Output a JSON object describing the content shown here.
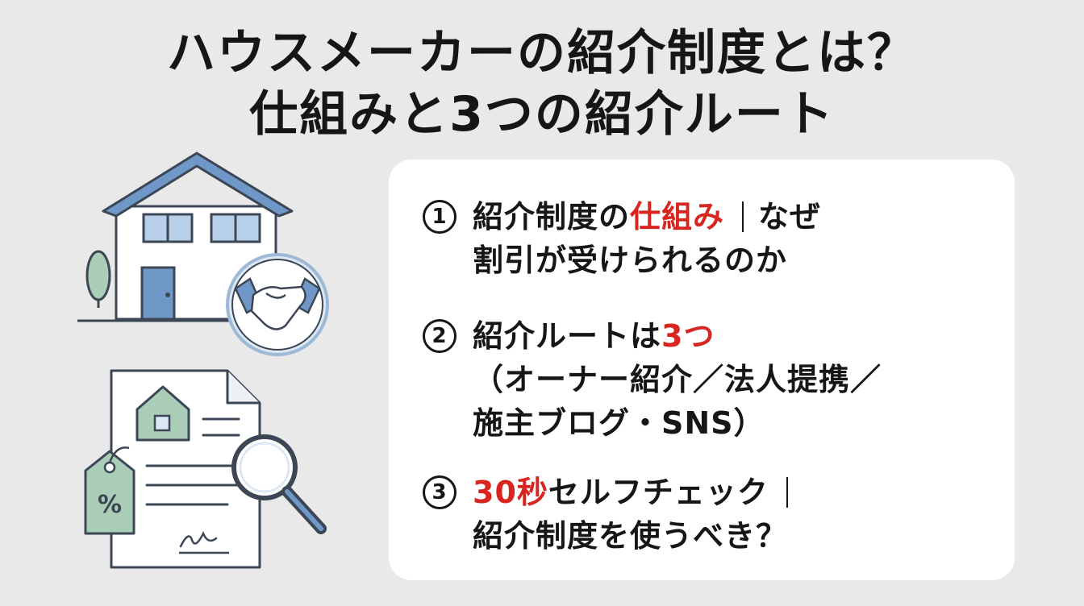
{
  "title": {
    "line1": "ハウスメーカーの紹介制度とは？",
    "line2": "仕組みと3つの紹介ルート"
  },
  "illustration": {
    "house": "house-icon",
    "handshake": "handshake-icon",
    "tree": "tree-icon",
    "document": "document-icon",
    "tag": "price-tag-icon",
    "tag_symbol": "%",
    "magnifier": "magnifier-icon",
    "colors": {
      "blue": "#6f98c8",
      "green": "#a9cdb7",
      "stroke": "#3c4654",
      "circle": "#dce8f3"
    }
  },
  "items": [
    {
      "number": "1",
      "line1_a": "紹介制度の",
      "line1_red": "仕組み",
      "line1_b": "なぜ",
      "line2": "割引が受けられるのか"
    },
    {
      "number": "2",
      "line1_a": "紹介ルートは",
      "line1_red": "3つ",
      "line2": "（オーナー紹介／法人提携／",
      "line3": "施主ブログ・SNS）"
    },
    {
      "number": "3",
      "line1_red": "30秒",
      "line1_a": "セルフチェック",
      "line2": "紹介制度を使うべき？"
    }
  ],
  "accent_color": "#d8251f"
}
